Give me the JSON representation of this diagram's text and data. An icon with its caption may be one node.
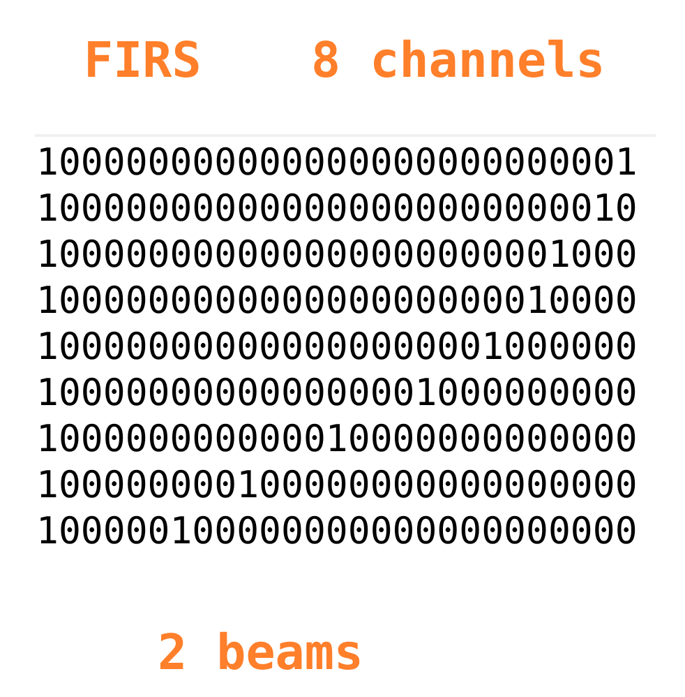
{
  "diagram": {
    "labels": [
      "FIRS",
      "8 channels",
      "100000000000000000000000001",
      "100000000000000000000000010",
      "100000000000000000000001000",
      "100000000000000000000010000",
      "100000000000000000001000000",
      "100000000000000001000000000",
      "100000000000010000000000000",
      "100000000100000000000000000",
      "100000100000000000000000000",
      "2 beams"
    ]
  }
}
